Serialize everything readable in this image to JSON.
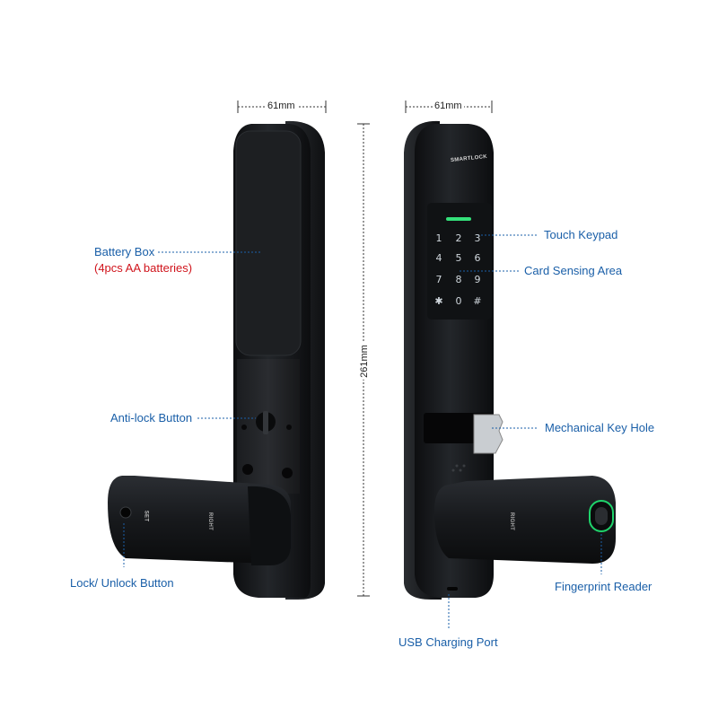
{
  "dimensions": {
    "width_left": "61mm",
    "width_right": "61mm",
    "height": "261mm"
  },
  "labels": {
    "battery_box": "Battery Box",
    "battery_note": "(4pcs AA batteries)",
    "anti_lock": "Anti-lock Button",
    "lock_unlock": "Lock/ Unlock Button",
    "touch_keypad": "Touch Keypad",
    "card_sensing": "Card Sensing Area",
    "mechanical_key": "Mechanical Key Hole",
    "fingerprint": "Fingerprint Reader",
    "usb": "USB  Charging Port"
  },
  "device": {
    "brand": "SMARTLOCK",
    "keypad": [
      "1",
      "2",
      "3",
      "4",
      "5",
      "6",
      "7",
      "8",
      "9",
      "✱",
      "0",
      "#"
    ],
    "back_set": "SET",
    "back_handle_text": "RIGHT",
    "front_handle_text": "RIGHT"
  },
  "colors": {
    "label": "#1a5fa8",
    "note": "#d0141c",
    "body": "#17191b",
    "indicator": "#34e07a"
  }
}
